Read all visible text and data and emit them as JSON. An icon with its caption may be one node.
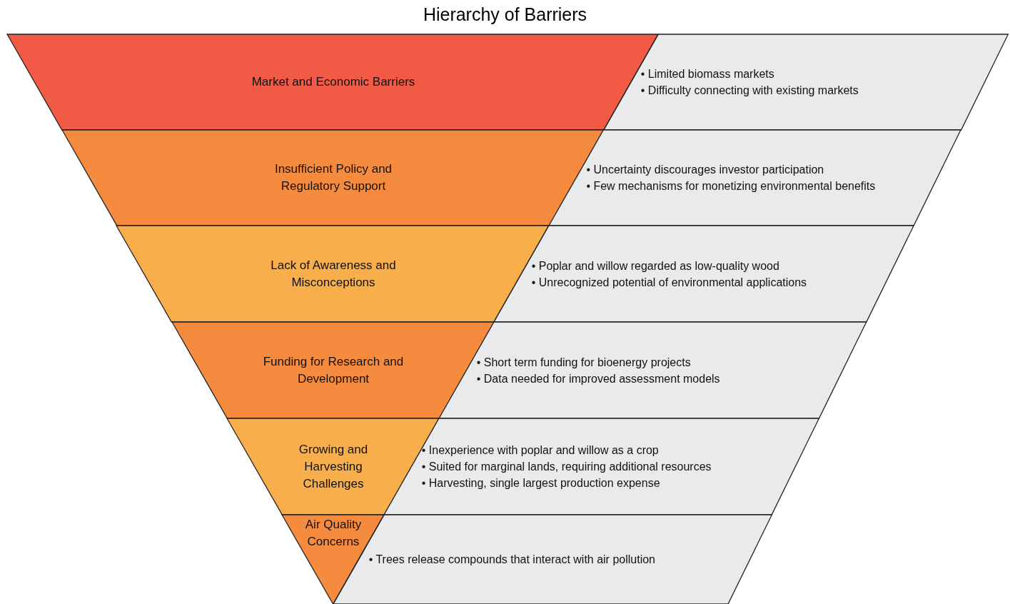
{
  "diagram": {
    "title": "Hierarchy of Barriers",
    "nodes": [
      {
        "text": [
          "Market and Economic Barriers"
        ]
      },
      {
        "text": [
          "• Limited biomass markets",
          "• Difficulty connecting with existing markets"
        ]
      },
      {
        "text": [
          "Insufficient Policy and Regulatory Support"
        ]
      },
      {
        "text": [
          "• Uncertainty discourages investor participation",
          "• Few mechanisms for monetizing environmental benefits"
        ]
      },
      {
        "text": [
          "Lack of Awareness and Misconceptions"
        ]
      },
      {
        "text": [
          "• Poplar and willow regarded as low-quality wood",
          "• Unrecognized potential of environmental applications"
        ]
      },
      {
        "text": [
          "Funding for Research and Development"
        ]
      },
      {
        "text": [
          "• Short term funding for bioenergy projects",
          "• Data needed for improved assessment models"
        ]
      },
      {
        "text": [
          "Growing and Harvesting Challenges"
        ]
      },
      {
        "text": [
          "• Inexperience with poplar and willow as a crop",
          "• Suited for marginal lands, requiring additional resources",
          "• Harvesting, single largest production expense"
        ]
      },
      {
        "text": [
          "Air Quality Concerns"
        ]
      },
      {
        "text": [
          "• Trees release compounds that interact with air pollution"
        ]
      }
    ]
  }
}
